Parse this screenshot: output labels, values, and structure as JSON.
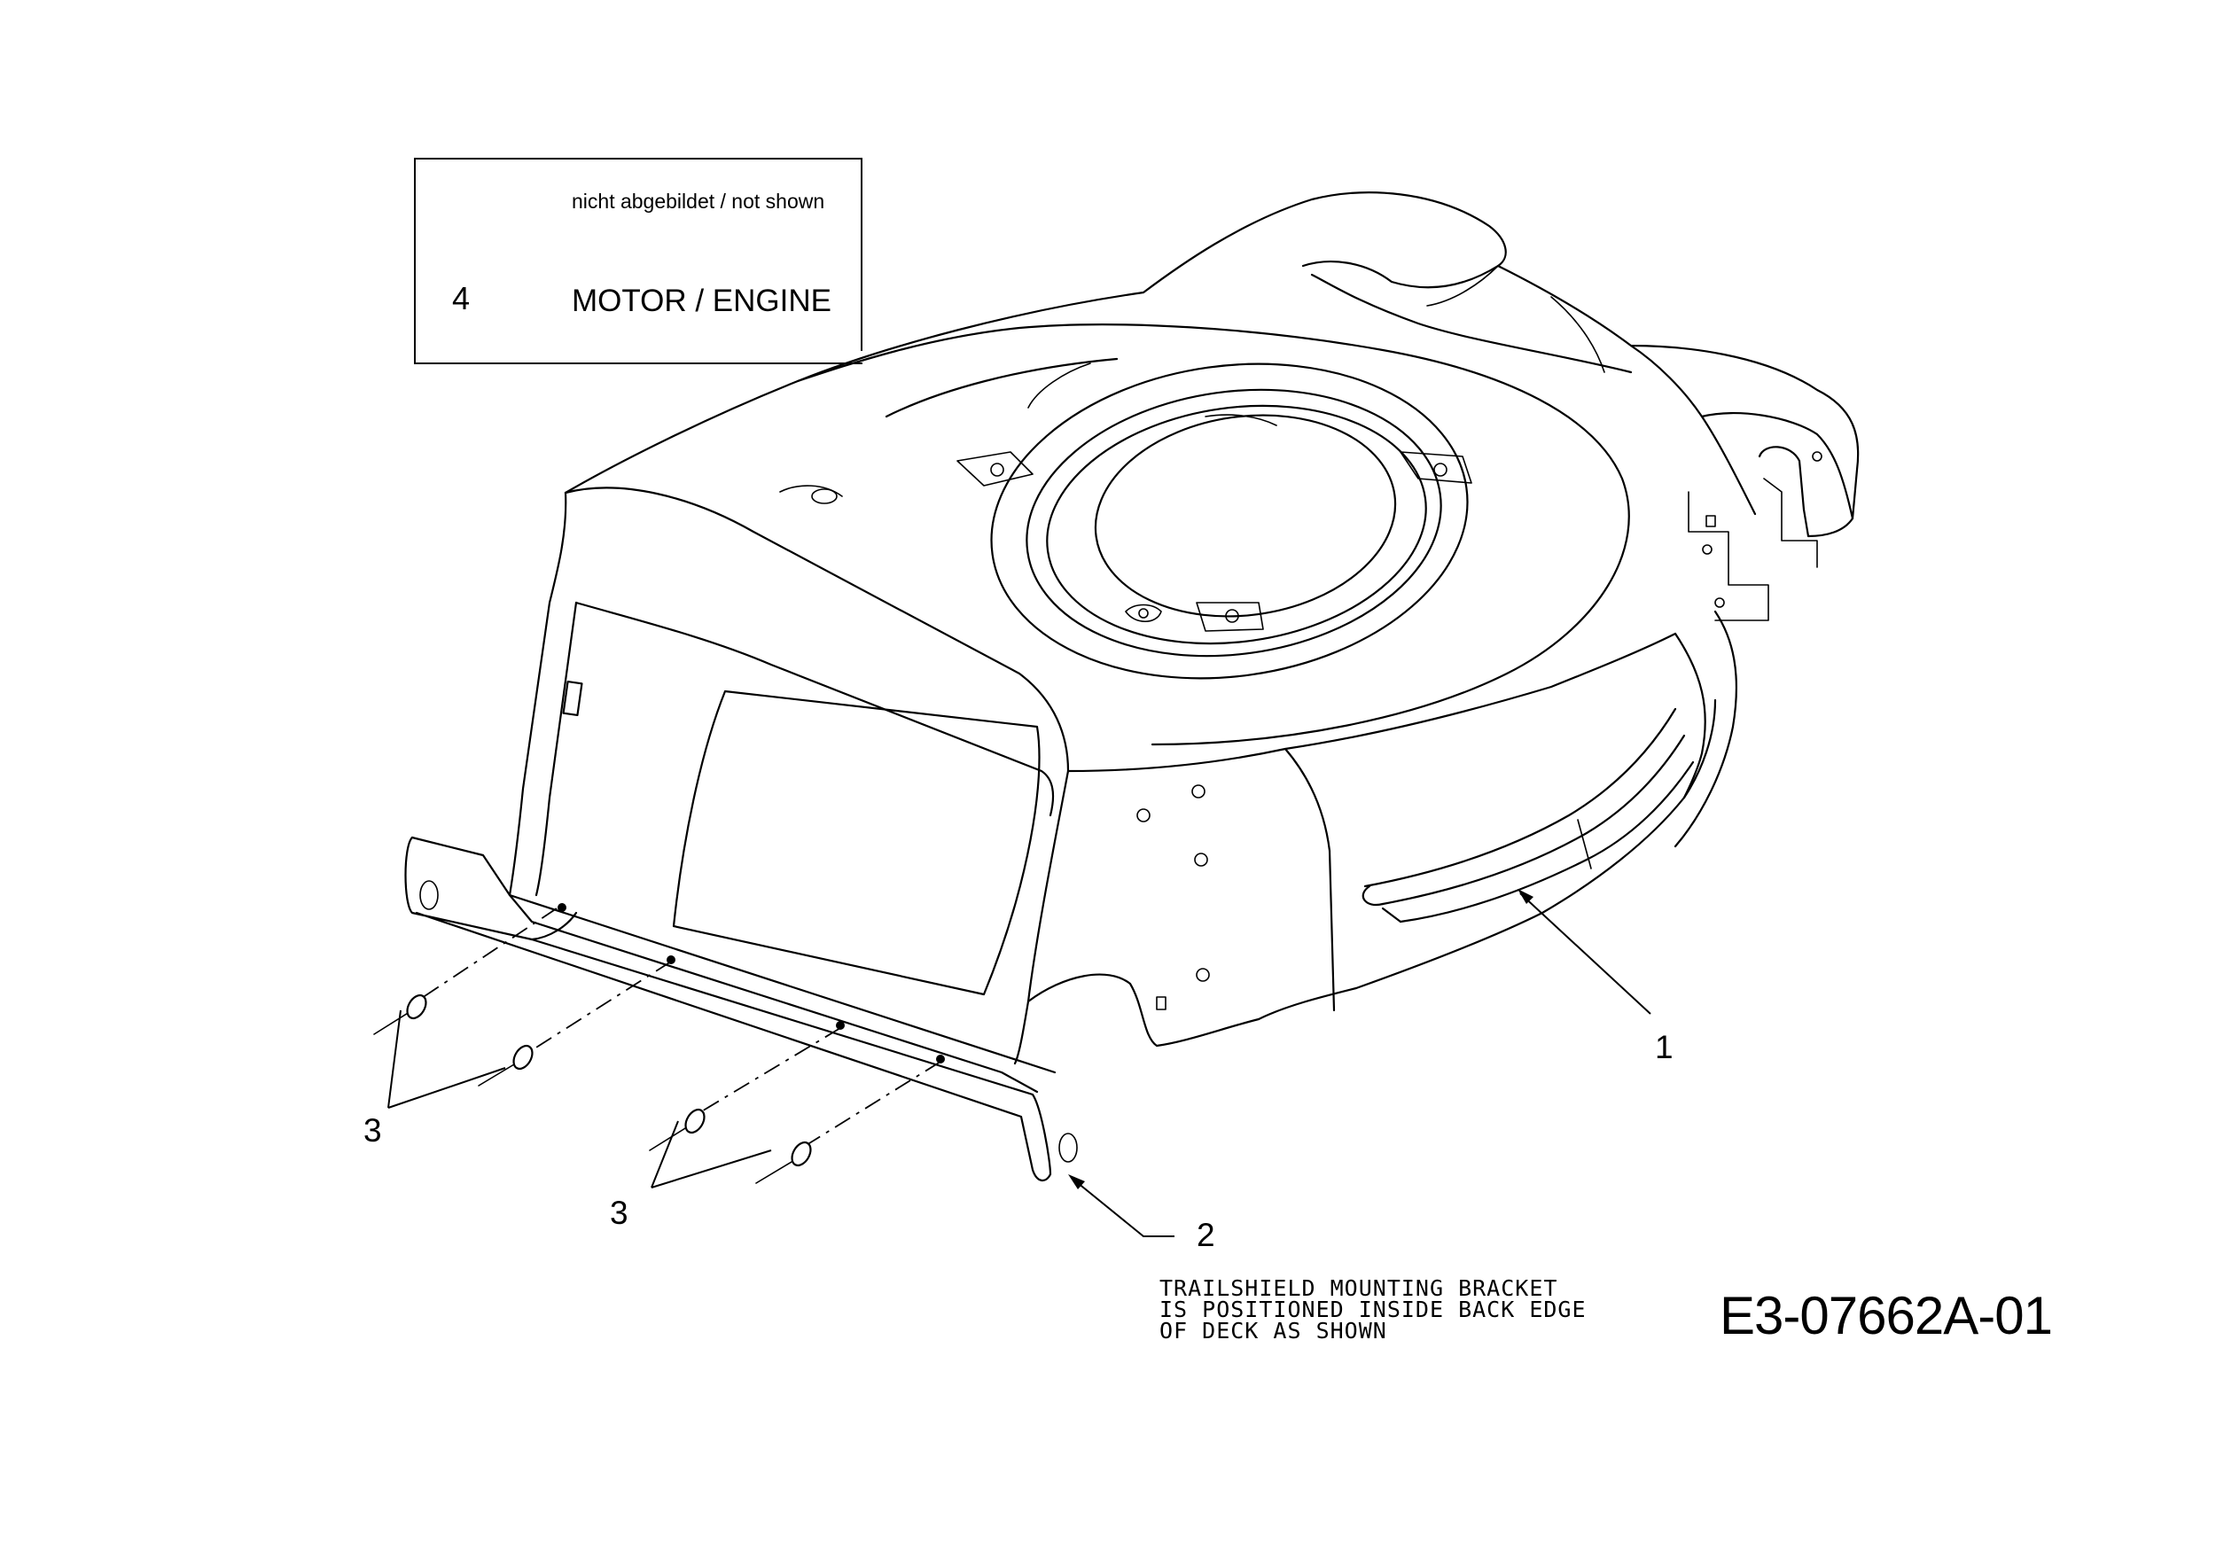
{
  "legend": {
    "note": "nicht abgebildet / not shown",
    "items": [
      {
        "number": "4",
        "label": "MOTOR / ENGINE"
      }
    ]
  },
  "callouts": [
    {
      "id": "deck",
      "label": "1"
    },
    {
      "id": "bracket",
      "label": "2"
    },
    {
      "id": "rivets-left",
      "label": "3"
    },
    {
      "id": "rivets-right",
      "label": "3"
    }
  ],
  "note_lines": [
    "TRAILSHIELD MOUNTING BRACKET",
    "IS POSITIONED INSIDE BACK EDGE",
    "OF DECK AS SHOWN"
  ],
  "drawing_number": "E3-07662A-01",
  "colors": {
    "ink": "#000000",
    "paper": "#ffffff"
  }
}
